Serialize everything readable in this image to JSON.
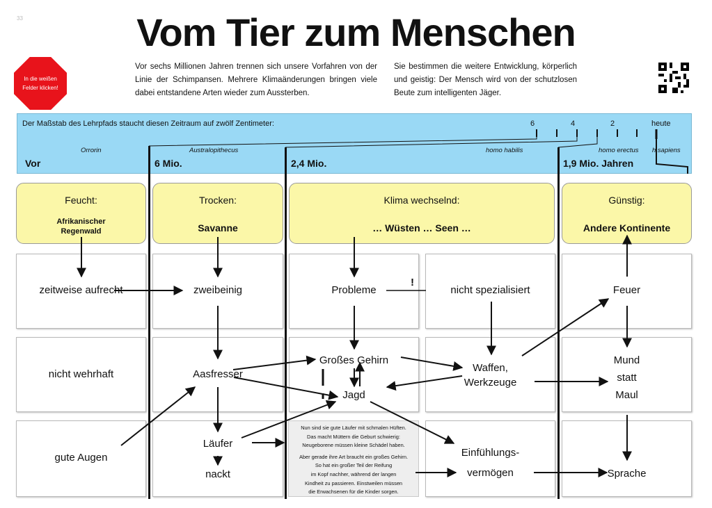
{
  "page_number": "33",
  "title": "Vom Tier zum Menschen",
  "stop_sign": {
    "line1": "In die weißen",
    "line2": "Felder klicken!"
  },
  "intro_left": "Vor sechs Millionen Jahren trennen sich unsere Vorfahren von der Linie der Schimpansen. Mehrere Klimaänderungen bringen viele dabei entstandene Arten wieder zum  Aussterben.",
  "intro_right": "Sie bestimmen die weitere Entwicklung, körperlich und geistig: Der Mensch wird von der schutzlosen Beute zum intelligenten Jäger.",
  "qr_icon": "qr-code-icon",
  "timeline": {
    "scale_text": "Der Maßstab des Lehrpfads staucht diesen Zeitraum auf zwölf Zentimeter:",
    "ticks": [
      "6",
      "4",
      "2",
      "heute"
    ],
    "species": [
      "Orrorin",
      "Australopithecus",
      "homo habilis",
      "homo erectus",
      "h.sapiens"
    ],
    "eras": [
      "Vor",
      "6 Mio.",
      "2,4 Mio.",
      "1,9 Mio. Jahren"
    ]
  },
  "climates": [
    {
      "title": "Feucht:",
      "sub": "Afrikanischer Regenwald"
    },
    {
      "title": "Trocken:",
      "sub": "Savanne"
    },
    {
      "title": "Klima wechselnd:",
      "sub": "… Wüsten … Seen …"
    },
    {
      "title": "Günstig:",
      "sub": "Andere Kontinente"
    }
  ],
  "labels": {
    "zeitweise": "zeitweise aufrecht",
    "zweibeinig": "zweibeinig",
    "probleme": "Probleme",
    "exclaim": "!",
    "nicht_spez": "nicht spezialisiert",
    "feuer": "Feuer",
    "nicht_wehrhaft": "nicht wehrhaft",
    "aasfresser": "Aasfresser",
    "gehirn": "Großes Gehirn",
    "jagd": "Jagd",
    "waffen1": "Waffen,",
    "waffen2": "Werkzeuge",
    "mund": "Mund",
    "statt": "statt",
    "maul": "Maul",
    "gute_augen": "gute Augen",
    "laeufer": "Läufer",
    "nackt": "nackt",
    "einf1": "Einfühlungs-",
    "einf2": "vermögen",
    "sprache": "Sprache"
  },
  "note": {
    "p1": [
      "Nun sind sie gute Läufer mit schmalen Hüften.",
      "Das macht Müttern die Geburt schwierig:",
      "Neugeborene müssen kleine Schädel haben."
    ],
    "p2": [
      "Aber gerade ihre Art braucht ein großes Gehirn.",
      "So hat ein großer Teil der Reifung",
      "im Kopf nachher, während der langen",
      "Kindheit zu passieren. Einstweilen müssen",
      "die Erwachsenen für die Kinder sorgen."
    ]
  },
  "colors": {
    "sky": "#9ad9f5",
    "climate": "#fbf7a8",
    "stop": "#e8131b"
  }
}
